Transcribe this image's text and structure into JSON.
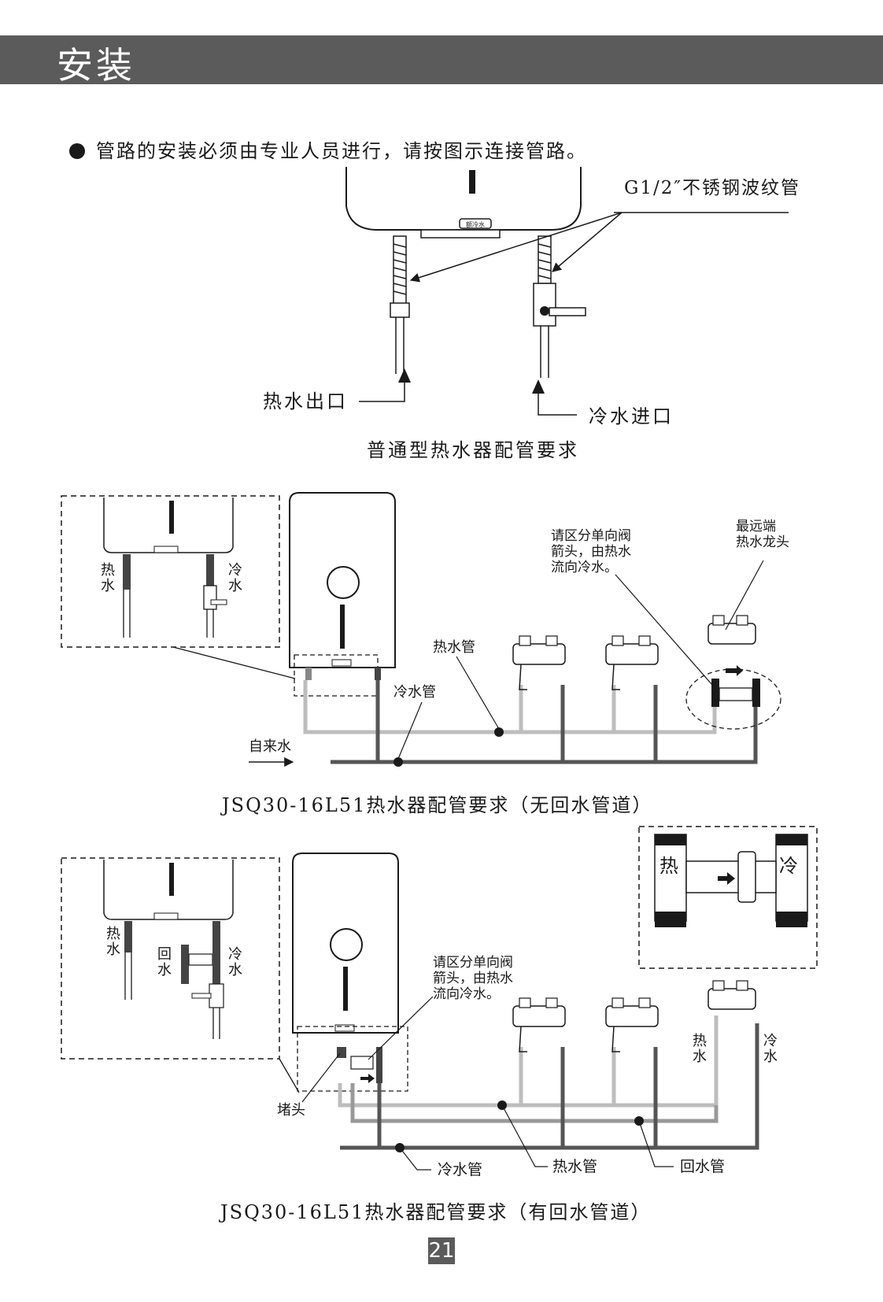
{
  "header": {
    "title": "安装"
  },
  "note": {
    "text": "管路的安装必须由专业人员进行，请按图示连接管路。"
  },
  "diagram1": {
    "pipe_label": "G1/2″不锈钢波纹管",
    "hot_outlet": "热水出口",
    "cold_inlet": "冷水进口",
    "caption": "普通型热水器配管要求",
    "button_label": "额冷水"
  },
  "diagram2": {
    "inset_hot": "热水",
    "inset_cold": "冷水",
    "valve_note_line1": "请区分单向阀",
    "valve_note_line2": "箭头，由热水",
    "valve_note_line3": "流向冷水。",
    "far_end_line1": "最远端",
    "far_end_line2": "热水龙头",
    "hot_pipe": "热水管",
    "cold_pipe": "冷水管",
    "tap_water": "自来水",
    "caption": "JSQ30-16L51热水器配管要求（无回水管道）"
  },
  "diagram3": {
    "inset_hot": "热水",
    "inset_return": "回水",
    "inset_cold": "冷水",
    "detail_hot": "热",
    "detail_cold": "冷",
    "valve_note_line1": "请区分单向阀",
    "valve_note_line2": "箭头，由热水",
    "valve_note_line3": "流向冷水。",
    "tap_hot": "热水",
    "tap_cold": "冷水",
    "plug": "堵头",
    "cold_pipe": "冷水管",
    "hot_pipe": "热水管",
    "return_pipe": "回水管",
    "caption": "JSQ30-16L51热水器配管要求（有回水管道）"
  },
  "page_number": "21",
  "colors": {
    "header_bg": "#5b5b5b",
    "cold_pipe": "#555555",
    "hot_pipe": "#bdbdbd",
    "line": "#1a1a1a"
  }
}
